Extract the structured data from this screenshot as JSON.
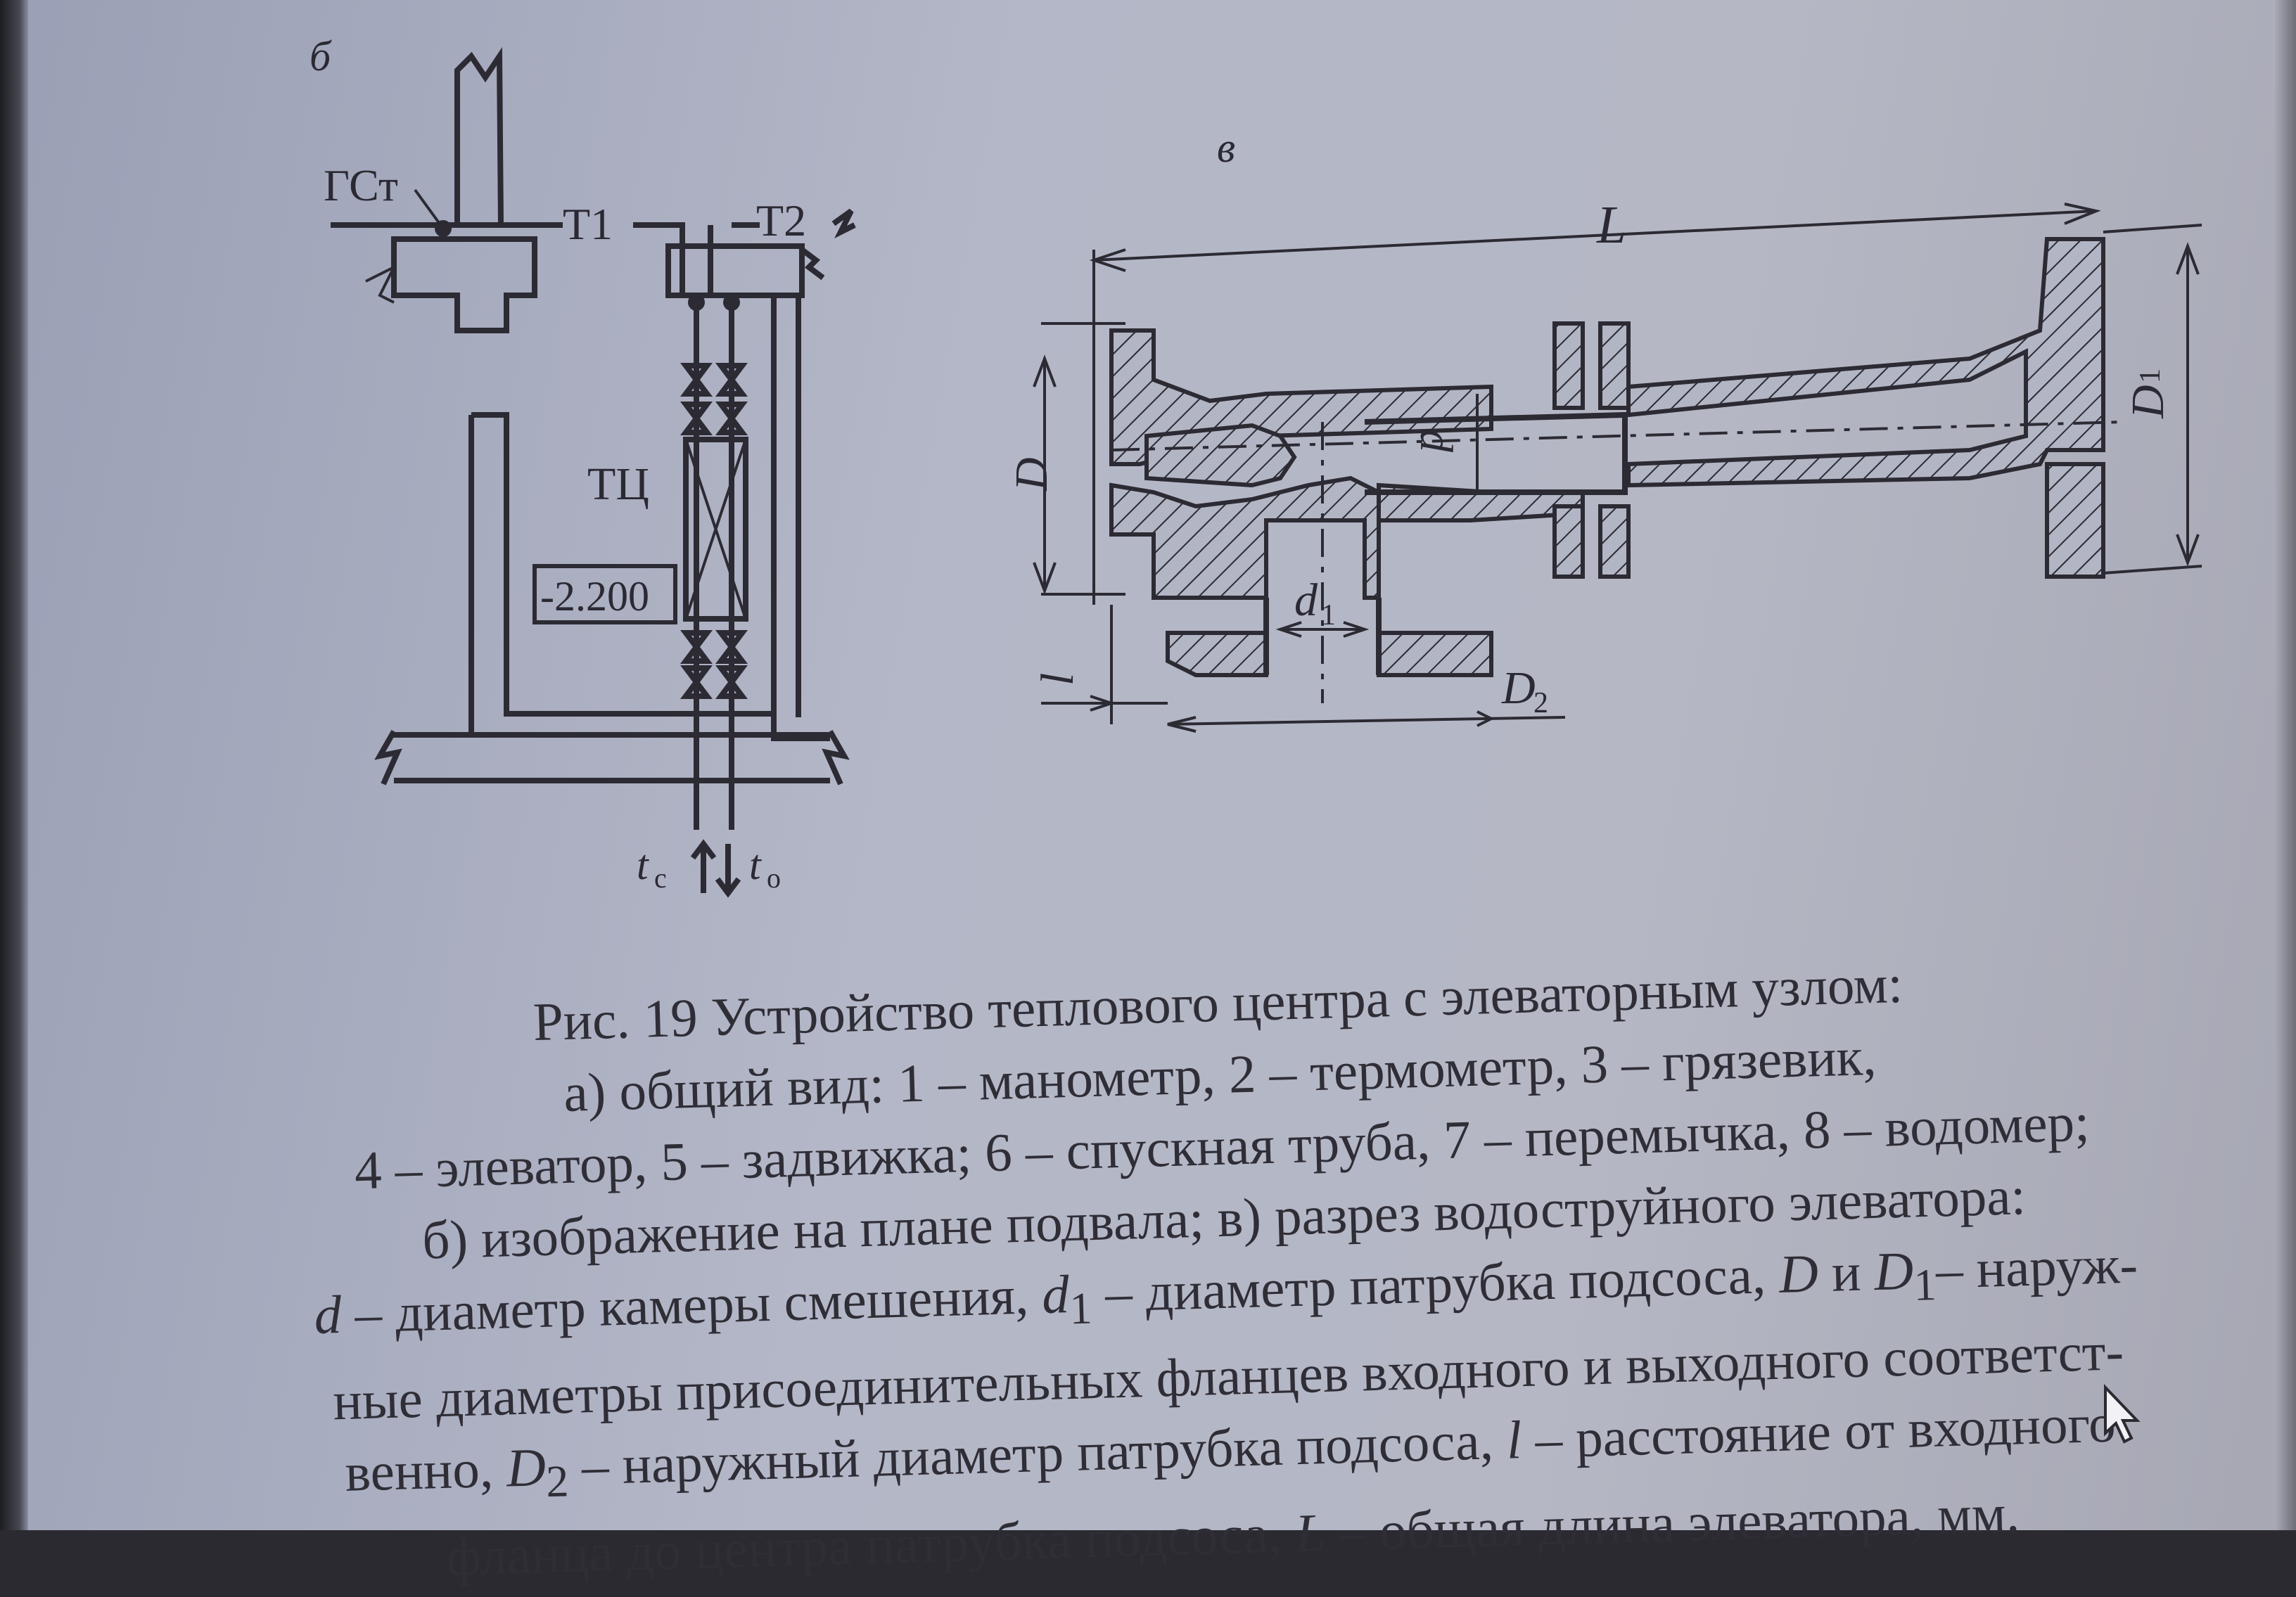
{
  "figure": {
    "panel_b": {
      "tag": "б",
      "labels": {
        "gst": "ГСт",
        "t1": "Т1",
        "t2": "Т2",
        "tc": "ТЦ",
        "level": "-2.200",
        "tc_sub": "c",
        "to_sub": "o",
        "t_letter": "t"
      }
    },
    "panel_v": {
      "tag": "в",
      "labels": {
        "L": "L",
        "D": "D",
        "d": "d",
        "d1_main": "d",
        "d1_sub": "1",
        "D1_main": "D",
        "D1_sub": "1",
        "D2_main": "D",
        "D2_sub": "2",
        "l": "l"
      }
    }
  },
  "caption": {
    "line1": "Рис. 19 Устройство теплового центра с элеваторным узлом:",
    "line2": "а) общий вид: 1 – манометр, 2 – термометр, 3 – грязевик,",
    "line3": "4 – элеватор, 5 – задвижка; 6 – спускная труба, 7 – перемычка, 8 – водомер;",
    "line4": "б) изображение на плане подвала; в) разрез водоструйного элеватора:",
    "line5": {
      "d": "d",
      "t1": " – диаметр камеры смешения, ",
      "d1": "d",
      "d1_sub": "1",
      "t2": " – диаметр патрубка подсоса, ",
      "D": "D",
      "t3": " и ",
      "D1": "D",
      "D1_sub": "1",
      "t4": "– наруж-"
    },
    "line6": "ные диаметры присоединительных фланцев входного и выходного соответст-",
    "line7": {
      "t1": "венно, ",
      "D2": "D",
      "D2_sub": "2",
      "t2": " – наружный диаметр патрубка подсоса, ",
      "l": "l",
      "t3": " – расстояние от входного"
    },
    "line8": {
      "t1": "фланца до центра патрубка подсоса, ",
      "L": "L",
      "t2": " – общая длина элеватора, мм."
    }
  },
  "colors": {
    "paper": "#b3b7c7",
    "ink": "#2c2a33"
  },
  "icons": {
    "cursor": "mouse-pointer-icon"
  }
}
